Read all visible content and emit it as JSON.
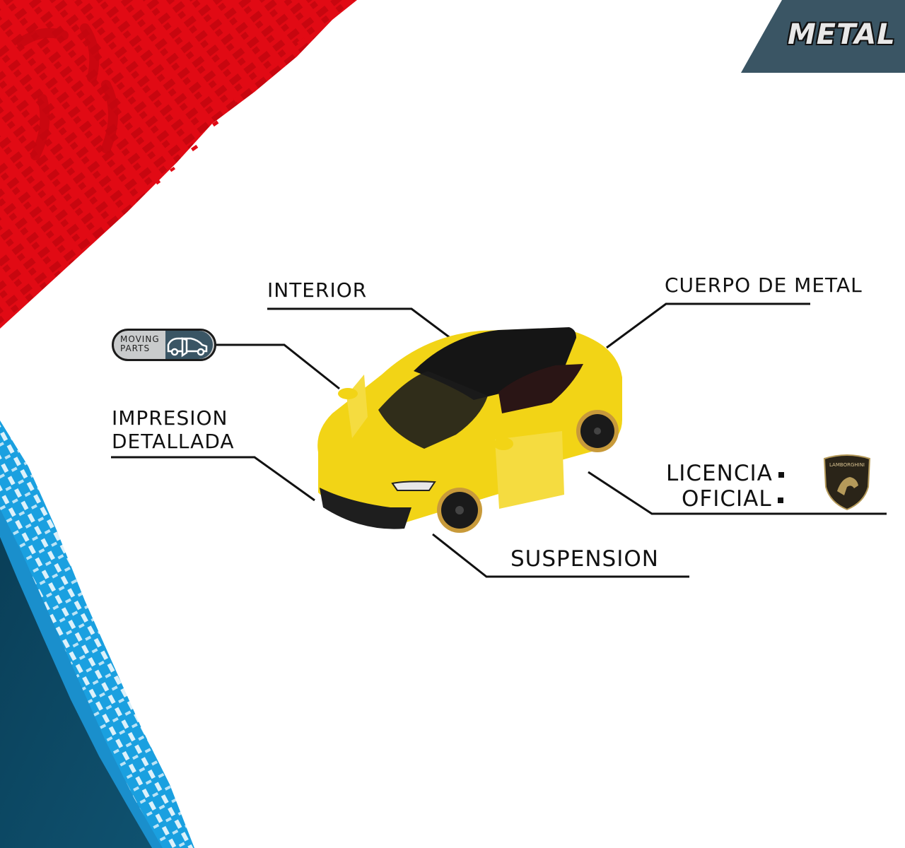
{
  "badge": {
    "label": "METAL",
    "background_color": "#3a5564"
  },
  "moving_parts_badge": {
    "line1": "MOVING",
    "line2": "PARTS",
    "icon": "car-open-door-icon"
  },
  "callouts": {
    "interior": "INTERIOR",
    "body": "CUERPO DE METAL",
    "printing_line1": "IMPRESION",
    "printing_line2": "DETALLADA",
    "license_line1": "LICENCIA",
    "license_line2": "OFICIAL",
    "suspension": "SUSPENSION"
  },
  "license_logo": {
    "brand": "LAMBORGHINI",
    "icon": "lamborghini-shield-icon"
  },
  "product": {
    "name": "Yellow Lamborghini Urus die-cast model",
    "body_color": "#f2d416",
    "roof_color": "#151515"
  },
  "colors": {
    "red_accent": "#e10a14",
    "blue_accent": "#1aa0e0",
    "navy": "#0d4a66"
  }
}
